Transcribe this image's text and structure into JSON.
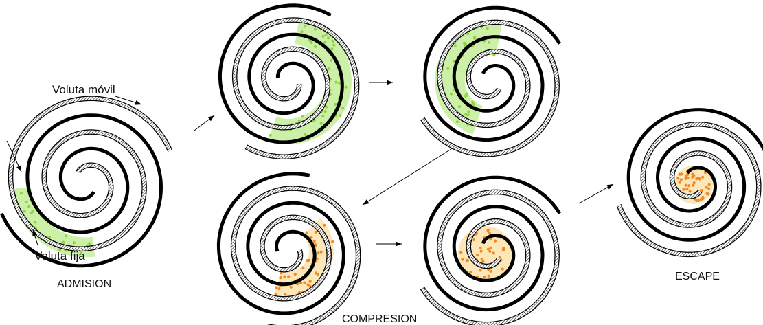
{
  "labels": {
    "moving_scroll": "Voluta móvil",
    "fixed_scroll": "Voluta fija",
    "stage_intake": "ADMISION",
    "stage_compression": "COMPRESION",
    "stage_exhaust": "ESCAPE"
  },
  "colors": {
    "intake_gas": "#cdf0a8",
    "intake_dots": "#8fd43e",
    "compressed_gas": "#fde7b8",
    "compressed_dots": "#ef8a24",
    "fixed_scroll_stroke": "#000000",
    "moving_scroll_hatch": "#000000"
  },
  "stages": [
    {
      "id": "intake",
      "gas": "fresh"
    },
    {
      "id": "intake-2",
      "gas": "fresh"
    },
    {
      "id": "intake-3",
      "gas": "fresh"
    },
    {
      "id": "compression-1",
      "gas": "compressed"
    },
    {
      "id": "compression-2",
      "gas": "compressed"
    },
    {
      "id": "exhaust",
      "gas": "compressed"
    }
  ]
}
